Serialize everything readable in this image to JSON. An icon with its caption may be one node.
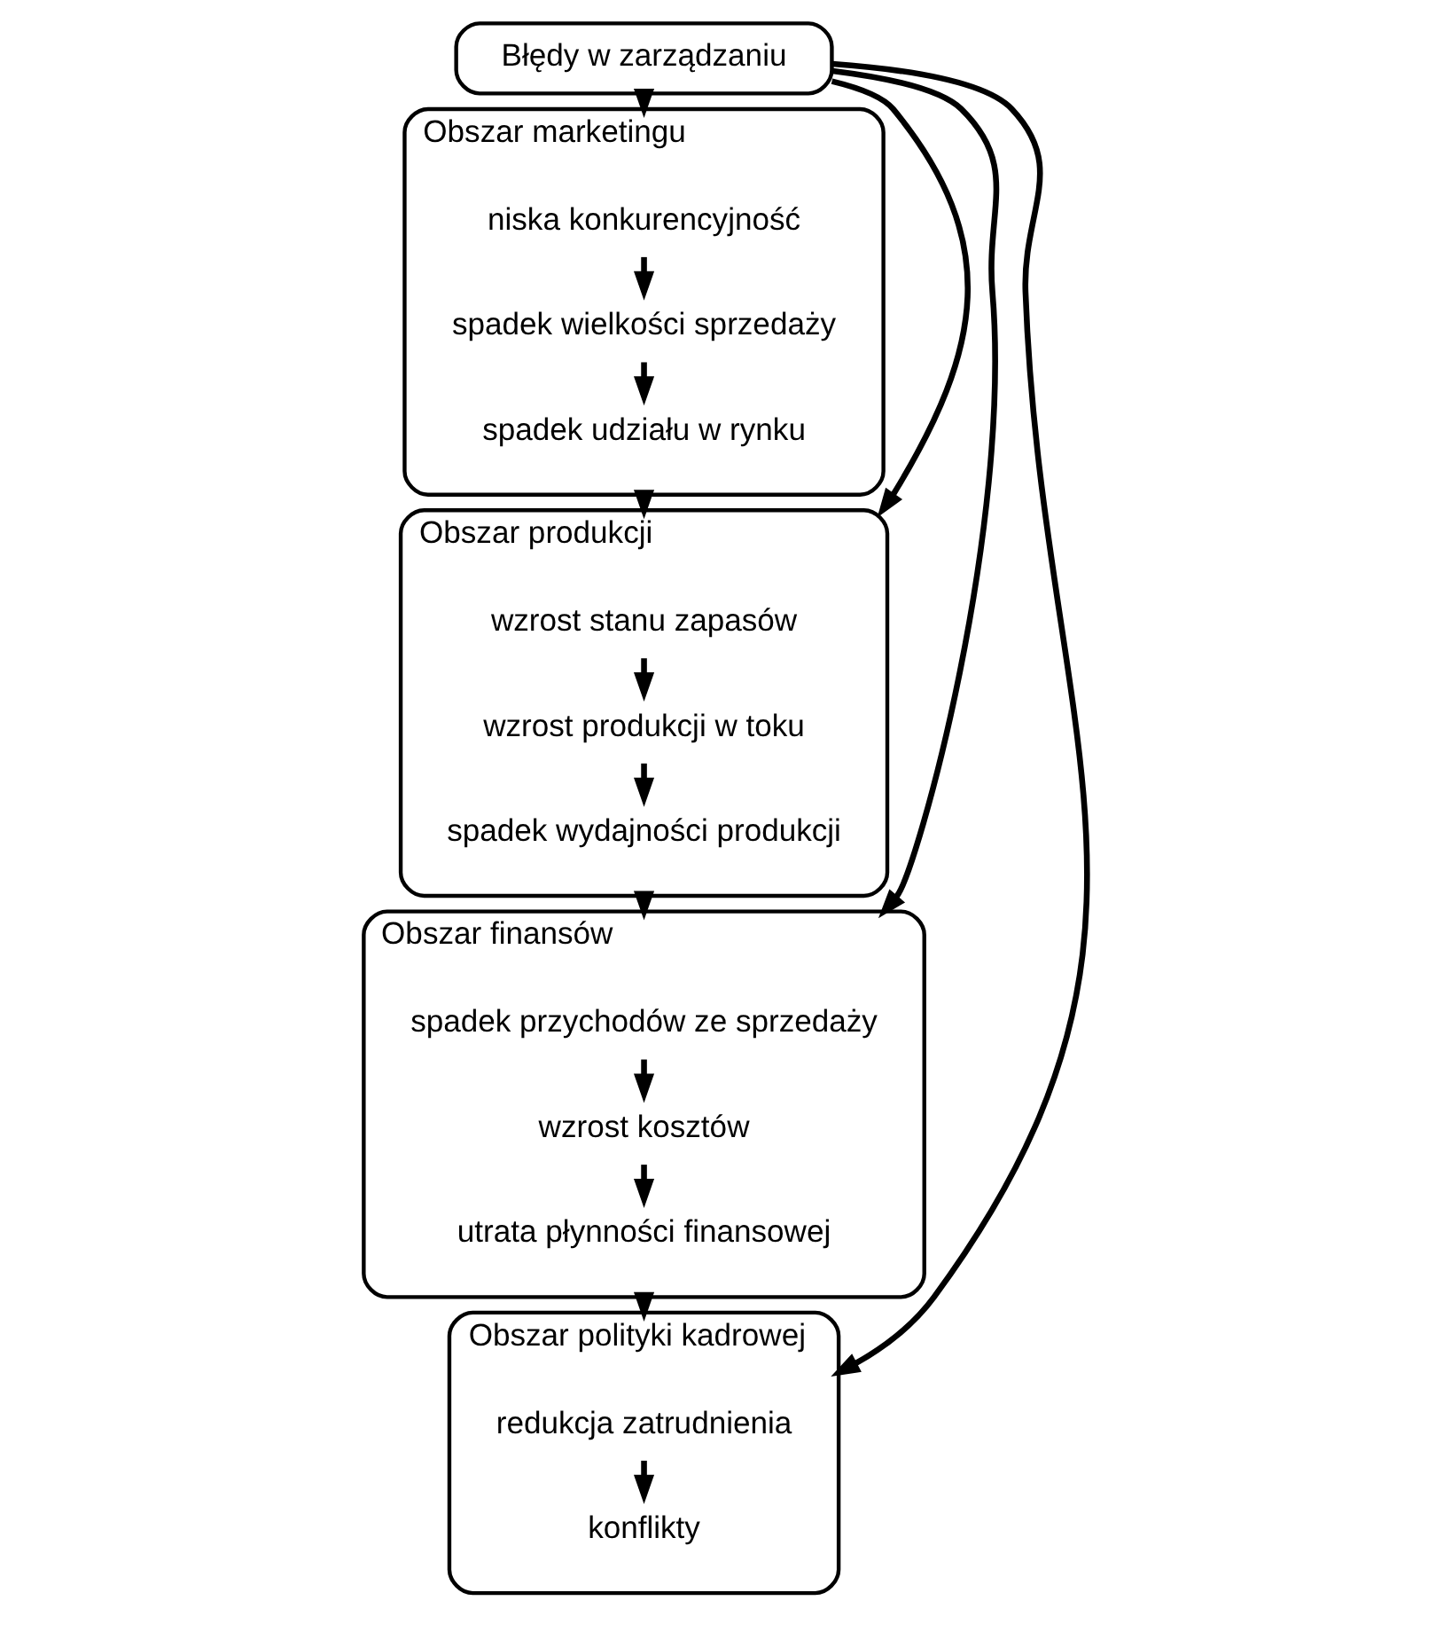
{
  "diagram": {
    "nodes": [
      {
        "text": [
          "Błędy w zarządzaniu"
        ]
      },
      {
        "text": [
          "Obszar marketingu"
        ]
      },
      {
        "text": [
          "niska konkurencyjność"
        ],
        "in": 1
      },
      {
        "text": [
          "spadek wielkości sprzedaży"
        ],
        "in": 1
      },
      {
        "text": [
          "spadek udziału w rynku"
        ],
        "in": 1
      },
      {
        "text": [
          "Obszar produkcji"
        ]
      },
      {
        "text": [
          "wzrost stanu zapasów"
        ],
        "in": 5
      },
      {
        "text": [
          "wzrost produkcji w toku"
        ],
        "in": 5
      },
      {
        "text": [
          "spadek wydajności produkcji"
        ],
        "in": 5
      },
      {
        "text": [
          "Obszar finansów"
        ]
      },
      {
        "text": [
          "spadek przychodów ze sprzedaży"
        ],
        "in": 9
      },
      {
        "text": [
          "wzrost kosztów"
        ],
        "in": 9
      },
      {
        "text": [
          "utrata płynności finansowej"
        ],
        "in": 9
      },
      {
        "text": [
          "Obszar polityki kadrowej"
        ]
      },
      {
        "text": [
          "redukcja zatrudnienia"
        ],
        "in": 13
      },
      {
        "text": [
          "konflikty"
        ],
        "in": 13
      }
    ],
    "edges": [
      {
        "from": 0,
        "to": 1,
        "arrow": "to"
      },
      {
        "from": 2,
        "to": 3,
        "arrow": "to"
      },
      {
        "from": 3,
        "to": 4,
        "arrow": "to"
      },
      {
        "from": 1,
        "to": 5,
        "arrow": "to"
      },
      {
        "from": 0,
        "to": 5,
        "arrow": "to"
      },
      {
        "from": 6,
        "to": 7,
        "arrow": "to"
      },
      {
        "from": 7,
        "to": 8,
        "arrow": "to"
      },
      {
        "from": 5,
        "to": 9,
        "arrow": "to"
      },
      {
        "from": 0,
        "to": 9,
        "arrow": "to"
      },
      {
        "from": 10,
        "to": 11,
        "arrow": "to"
      },
      {
        "from": 11,
        "to": 12,
        "arrow": "to"
      },
      {
        "from": 9,
        "to": 13,
        "arrow": "to"
      },
      {
        "from": 0,
        "to": 13,
        "arrow": "to"
      },
      {
        "from": 14,
        "to": 15,
        "arrow": "to"
      }
    ]
  }
}
